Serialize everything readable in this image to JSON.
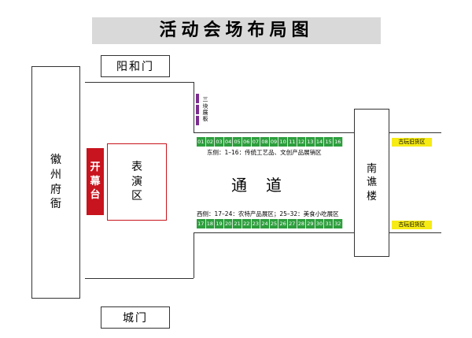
{
  "title": "活动会场布局图",
  "gates": {
    "north": "阳和门",
    "south": "城门"
  },
  "left_building": [
    "徽",
    "州",
    "府",
    "衙"
  ],
  "stage": [
    "开",
    "幕",
    "台"
  ],
  "performance": [
    "表",
    "演",
    "区"
  ],
  "boards": [
    "三",
    "块",
    "展",
    "板"
  ],
  "east_stalls": [
    "01",
    "02",
    "03",
    "04",
    "05",
    "06",
    "07",
    "08",
    "09",
    "10",
    "11",
    "12",
    "13",
    "14",
    "15",
    "16"
  ],
  "east_caption": "东侧：1–16：传统工艺品、文创产品展销区",
  "west_caption": "西侧：17–24：农特产品展区；25–32：美食小吃展区",
  "west_stalls": [
    "17",
    "18",
    "19",
    "20",
    "21",
    "22",
    "23",
    "24",
    "25",
    "26",
    "27",
    "28",
    "29",
    "30",
    "31",
    "32"
  ],
  "road": "通　道",
  "right_building": [
    "南",
    "谯",
    "楼"
  ],
  "antique_labels": [
    "古玩旧货区",
    "古玩旧货区"
  ],
  "colors": {
    "stage": "#c8141e",
    "stalls": "#2e9e3e",
    "board": "#7b2d8e",
    "antique": "#f6eb14",
    "title_bg": "#d9d9d9"
  }
}
